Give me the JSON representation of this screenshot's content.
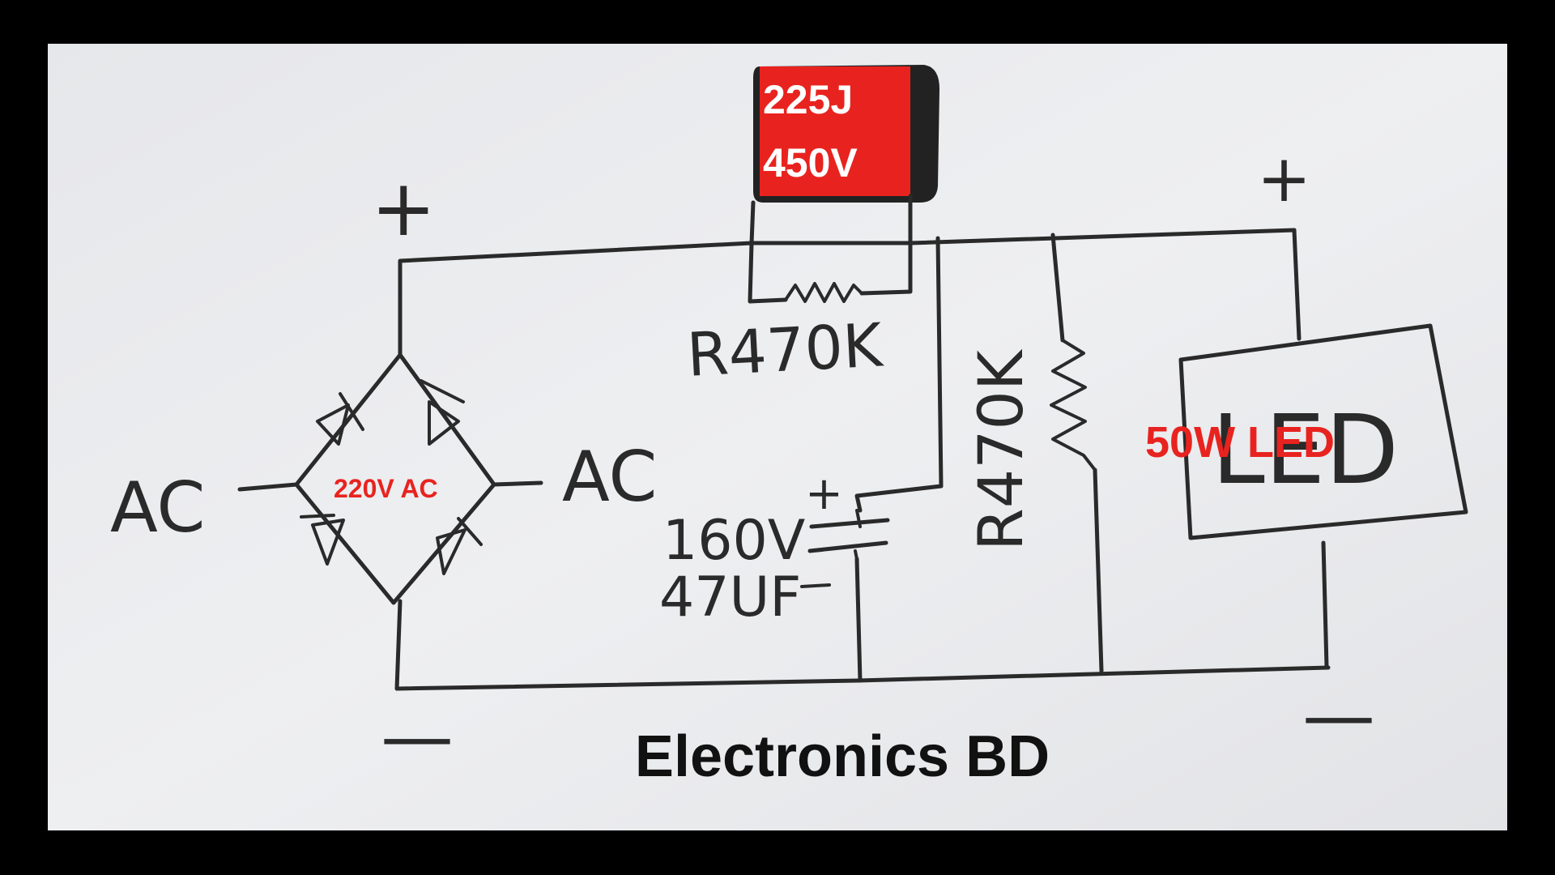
{
  "diagram": {
    "capacitor_overlay": {
      "line1": "225J",
      "line2": "450V"
    },
    "top_resistor_label": "R470K",
    "vertical_resistor_label": "R470K",
    "electrolytic_cap": {
      "voltage": "160V",
      "capacitance": "47UF"
    },
    "bridge_label": "220V AC",
    "ac_left": "AC",
    "ac_right": "AC",
    "led_box_label": "LED",
    "led_overlay_label": "50W LED",
    "plus_sign": "+",
    "minus_sign": "—",
    "footer_title": "Electronics BD"
  },
  "colors": {
    "paper": "#ecedef",
    "ink": "#2a2a2a",
    "overlay_red": "#e8231f",
    "frame": "#000000"
  }
}
